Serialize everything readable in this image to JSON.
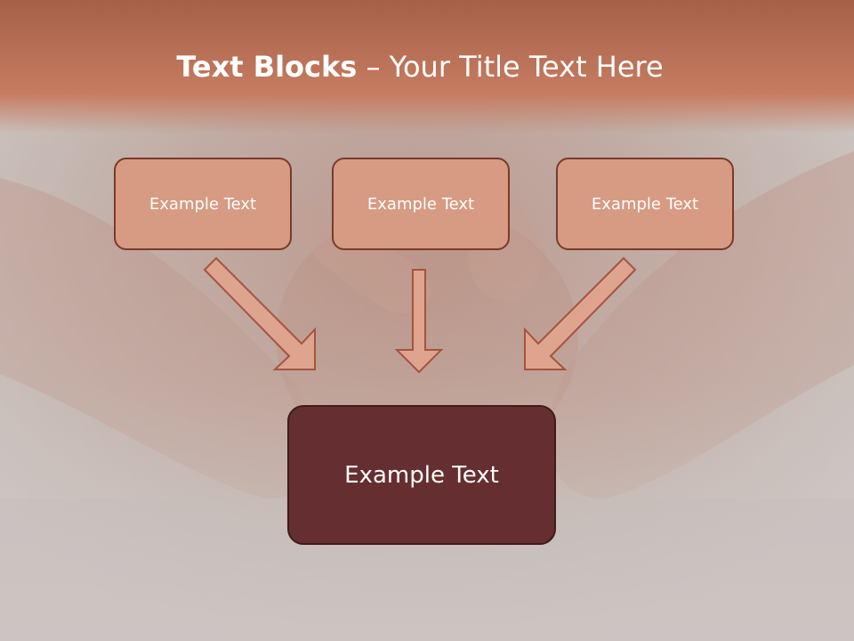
{
  "slide": {
    "title_bold": "Text Blocks",
    "title_separator": " – ",
    "title_rest": "Your Title Text Here"
  },
  "boxes": {
    "top_left": "Example Text",
    "top_middle": "Example Text",
    "top_right": "Example Text",
    "center": "Example Text"
  },
  "colors": {
    "title_band": "#c27a5e",
    "top_box_fill": "#d79a82",
    "top_box_border": "#7a3a2c",
    "center_box_fill": "#652f31",
    "arrow_fill": "#dea48e",
    "arrow_stroke": "#a5533f"
  }
}
